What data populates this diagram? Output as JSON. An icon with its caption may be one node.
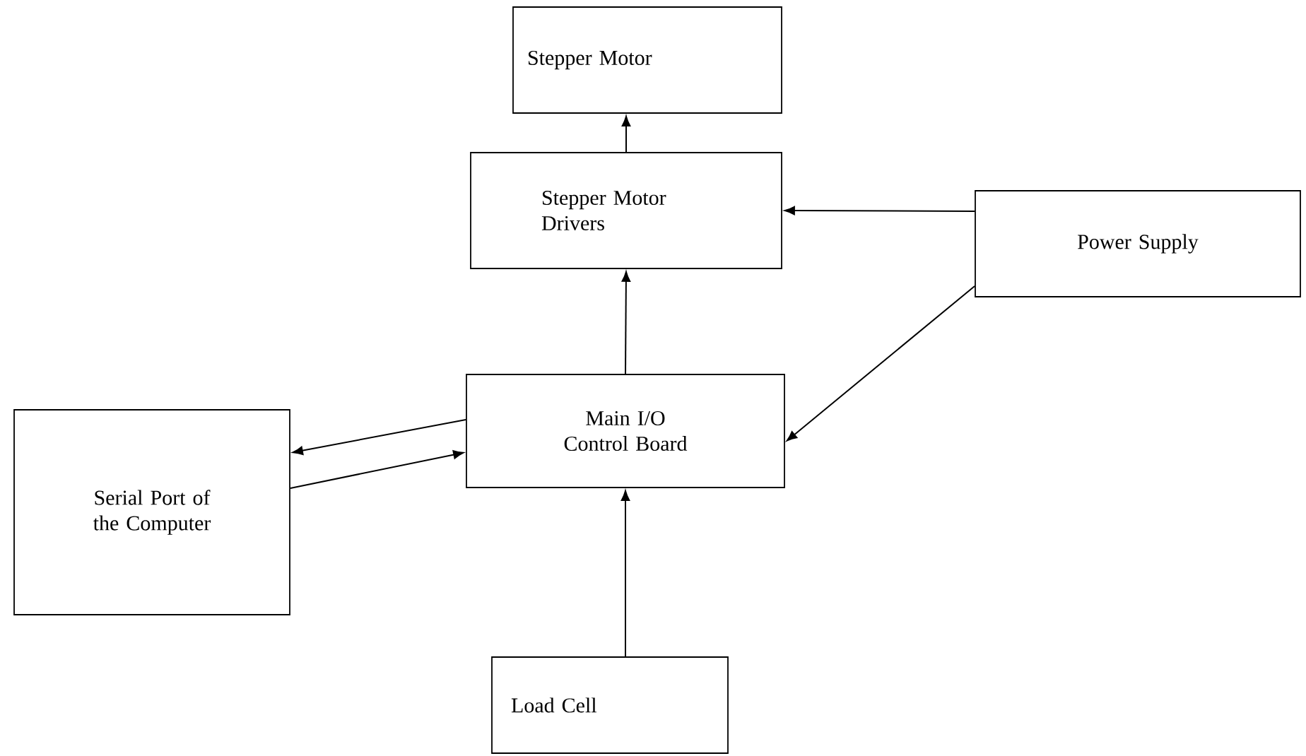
{
  "diagram": {
    "nodes": [
      {
        "text": [
          "Stepper Motor"
        ]
      },
      {
        "text": [
          "Stepper Motor Drivers"
        ]
      },
      {
        "text": [
          "Power Supply"
        ]
      },
      {
        "text": [
          "Main I/O Control Board"
        ]
      },
      {
        "text": [
          "Serial Port of the Computer"
        ]
      },
      {
        "text": [
          "Load Cell"
        ]
      }
    ],
    "edges": [
      {
        "from": 1,
        "to": 0,
        "arrow": "to"
      },
      {
        "from": 3,
        "to": 1,
        "arrow": "to"
      },
      {
        "from": 2,
        "to": 1,
        "arrow": "to"
      },
      {
        "from": 2,
        "to": 3,
        "arrow": "to"
      },
      {
        "from": 3,
        "to": 4,
        "arrow": "to"
      },
      {
        "from": 4,
        "to": 3,
        "arrow": "to"
      },
      {
        "from": 5,
        "to": 3,
        "arrow": "to"
      }
    ]
  }
}
